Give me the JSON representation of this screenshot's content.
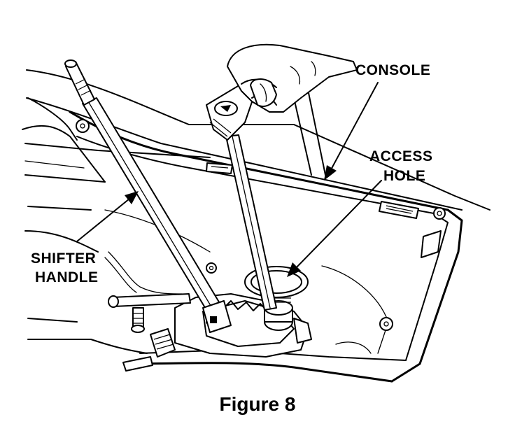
{
  "figure": {
    "caption": "Figure 8",
    "callouts": {
      "console": "CONSOLE",
      "access_hole_line1": "ACCESS",
      "access_hole_line2": "HOLE",
      "shifter_handle_line1": "SHIFTER",
      "shifter_handle_line2": "HANDLE"
    }
  }
}
